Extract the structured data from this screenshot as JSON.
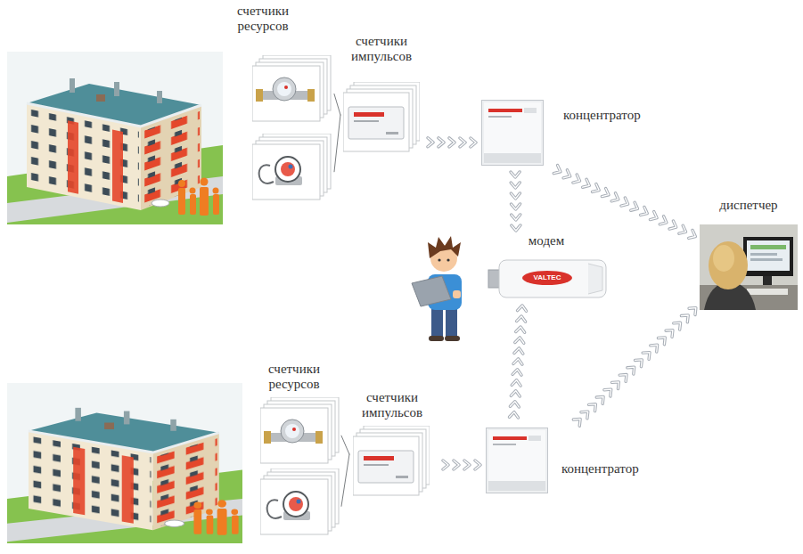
{
  "diagram": {
    "nodes": [
      {
        "text": [
          "счетчики ресурсов"
        ]
      },
      {
        "text": [
          "счетчики импульсов"
        ]
      },
      {
        "text": [
          "концентратор"
        ]
      },
      {
        "text": [
          "модем"
        ]
      },
      {
        "text": [
          "диспетчер"
        ]
      },
      {
        "text": [
          "счетчики ресурсов"
        ]
      },
      {
        "text": [
          "счетчики импульсов"
        ]
      },
      {
        "text": [
          "концентратор"
        ]
      }
    ],
    "edges": [
      {
        "from": 0,
        "to": 1,
        "arrow": "none"
      },
      {
        "from": 1,
        "to": 2,
        "arrow": "to"
      },
      {
        "from": 2,
        "to": 4,
        "arrow": "to"
      },
      {
        "from": 2,
        "to": 3,
        "arrow": "to"
      },
      {
        "from": 5,
        "to": 6,
        "arrow": "none"
      },
      {
        "from": 6,
        "to": 7,
        "arrow": "to"
      },
      {
        "from": 7,
        "to": 3,
        "arrow": "to"
      },
      {
        "from": 7,
        "to": 4,
        "arrow": "to"
      }
    ],
    "labels": [
      "VALTEC"
    ]
  }
}
